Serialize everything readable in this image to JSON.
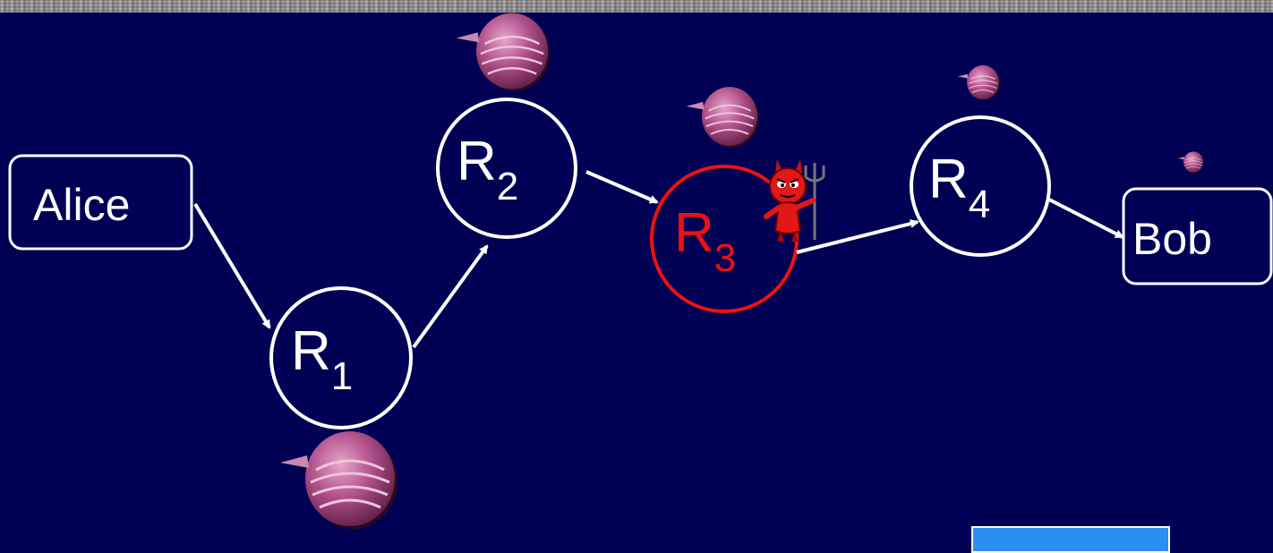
{
  "nodes": {
    "alice": "Alice",
    "bob": "Bob",
    "relays": [
      {
        "letter": "R",
        "index": "1"
      },
      {
        "letter": "R",
        "index": "2"
      },
      {
        "letter": "R",
        "index": "3"
      },
      {
        "letter": "R",
        "index": "4"
      }
    ]
  },
  "compromised_relay": "R3",
  "icons": {
    "layer": "onion-icon",
    "attacker": "devil-icon"
  },
  "colors": {
    "background": "#000055",
    "node": "#ffffff",
    "compromised": "#ee1111",
    "onion": "#b0508a"
  }
}
